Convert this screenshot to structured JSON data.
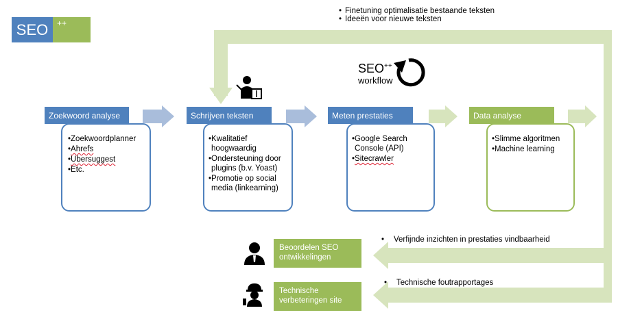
{
  "logo": {
    "main": "SEO",
    "sup": "++"
  },
  "top_notes": [
    "Finetuning optimalisatie bestaande teksten",
    "Ideeën voor nieuwe teksten"
  ],
  "workflow_badge": {
    "title": "SEO",
    "sup": "++",
    "subtitle": "workflow"
  },
  "stages": [
    {
      "header": "Zoekwoord analyse",
      "items": [
        "Zoekwoordplanner",
        "Ahrefs",
        "Ubersuggest",
        "Etc."
      ]
    },
    {
      "header": "Schrijven teksten",
      "items": [
        "Kwalitatief hoogwaardig",
        "Ondersteuning door plugins (b.v. Yoast)",
        "Promotie op social media (linkearning)"
      ]
    },
    {
      "header": "Meten prestaties",
      "items": [
        "Google Search Console (API)",
        "Sitecrawler"
      ]
    },
    {
      "header": "Data analyse",
      "items": [
        "Slimme algoritmen",
        "Machine learning"
      ]
    }
  ],
  "tasks": [
    {
      "label": "Beoordelen SEO ontwikkelingen",
      "note": "Verfijnde inzichten in prestaties vindbaarheid",
      "icon": "businessman-icon"
    },
    {
      "label": "Technische verbeteringen site",
      "note": "Technische foutrapportages",
      "icon": "engineer-icon"
    }
  ],
  "colors": {
    "blue": "#4f81bd",
    "green": "#9bbb59",
    "blue_arrow": "#a9bddb",
    "green_arrow": "#d7e4bd"
  }
}
